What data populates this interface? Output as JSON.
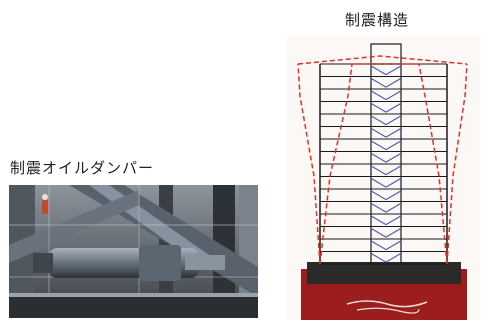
{
  "labels": {
    "photo_caption": "制震オイルダンパー",
    "diagram_title": "制震構造"
  },
  "colors": {
    "deformation_line": "#e0312b",
    "brace": "#4a55b8",
    "frame": "#1a1a1a",
    "foundation": "#9b1d1d",
    "ground_dark": "#2a2a2a",
    "photo_steel": "#6f7a86"
  },
  "building": {
    "floors": 16,
    "braced_core": true
  }
}
